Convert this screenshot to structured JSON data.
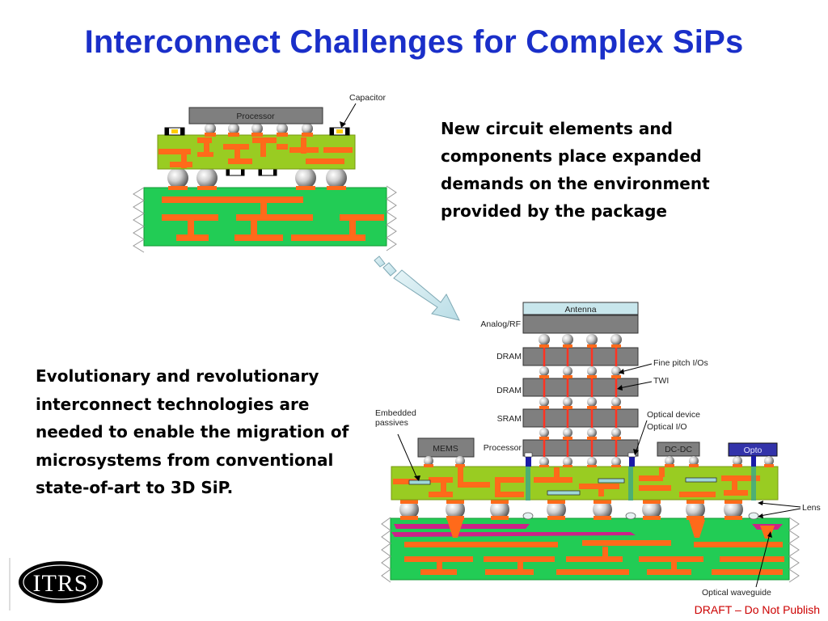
{
  "title": "Interconnect Challenges for Complex SiPs",
  "text_top": "New circuit elements and components place expanded demands on the environment provided by the package",
  "text_bottom": "Evolutionary and revolutionary interconnect technologies are needed to enable the migration of microsystems from conventional state-of-art to 3D SiP.",
  "footer": "DRAFT – Do Not Publish",
  "logo": "ITRS",
  "top_diagram": {
    "processor": "Processor",
    "capacitor": "Capacitor"
  },
  "bottom_diagram": {
    "antenna": "Antenna",
    "analog_rf": "Analog/RF",
    "dram1": "DRAM",
    "dram2": "DRAM",
    "sram": "SRAM",
    "processor": "Processor",
    "mems": "MEMS",
    "dcdc": "DC-DC",
    "opto": "Opto",
    "embedded_passives": "Embedded passives",
    "fine_pitch": "Fine pitch I/Os",
    "twi": "TWI",
    "optical_device": "Optical device",
    "optical_io": "Optical I/O",
    "lens": "Lens",
    "optical_waveguide": "Optical waveguide"
  },
  "colors": {
    "title": "#1a2fc9",
    "substrate_green": "#22cc55",
    "interposer_green": "#99cc22",
    "trace_orange": "#ff6a1a",
    "chip_gray": "#7f7f7f",
    "opto_blue": "#3333aa",
    "footer_red": "#cc0000",
    "arrow": "#c8e6ec"
  }
}
